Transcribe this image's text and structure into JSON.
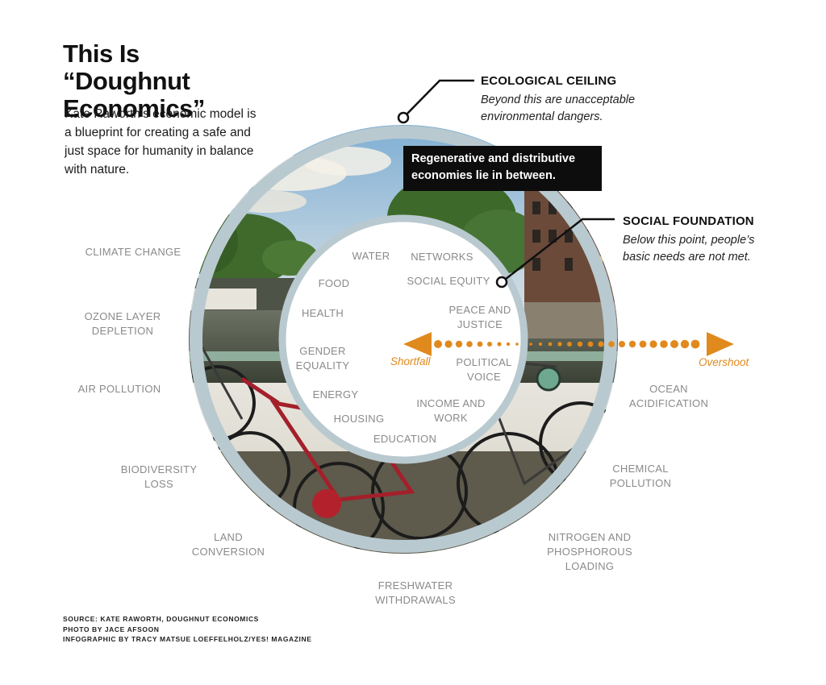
{
  "title": "This Is “Doughnut Economics”",
  "intro": "Kate Raworth’s economic model is a blueprint for creating  a safe and just space for humanity in balance with nature.",
  "ceiling": {
    "heading": "ECOLOGICAL CEILING",
    "body": "Beyond this are unacceptable environmental dangers."
  },
  "foundation": {
    "heading": "SOCIAL FOUNDATION",
    "body": "Below this point, people’s basic needs are not met."
  },
  "between_note": "Regenerative and distributive economies lie in between.",
  "shortfall": "Shortfall",
  "overshoot": "Overshoot",
  "outer_labels": {
    "climate": "CLIMATE CHANGE",
    "ozone": "OZONE LAYER\nDEPLETION",
    "air": "AIR POLLUTION",
    "biodiversity": "BIODIVERSITY\nLOSS",
    "land": "LAND\nCONVERSION",
    "freshwater": "FRESHWATER\nWITHDRAWALS",
    "nitrogen": "NITROGEN AND\nPHOSPHOROUS\nLOADING",
    "chemical": "CHEMICAL\nPOLLUTION",
    "ocean": "OCEAN\nACIDIFICATION"
  },
  "inner_labels": {
    "water": "WATER",
    "networks": "NETWORKS",
    "food": "FOOD",
    "social_equity": "SOCIAL EQUITY",
    "health": "HEALTH",
    "peace": "PEACE AND\nJUSTICE",
    "gender": "GENDER\nEQUALITY",
    "political": "POLITICAL\nVOICE",
    "energy": "ENERGY",
    "income": "INCOME AND\nWORK",
    "housing": "HOUSING",
    "education": "EDUCATION"
  },
  "credits": {
    "source": "SOURCE: KATE RAWORTH, DOUGHNUT ECONOMICS",
    "photo": "PHOTO BY JACE AFSOON",
    "infographic": "INFOGRAPHIC BY TRACY MATSUE LOEFFELHOLZ/YES! MAGAZINE"
  },
  "colors": {
    "ring": "#b9c9d0",
    "accent": "#e08a1e",
    "label": "#8a8a8a"
  }
}
